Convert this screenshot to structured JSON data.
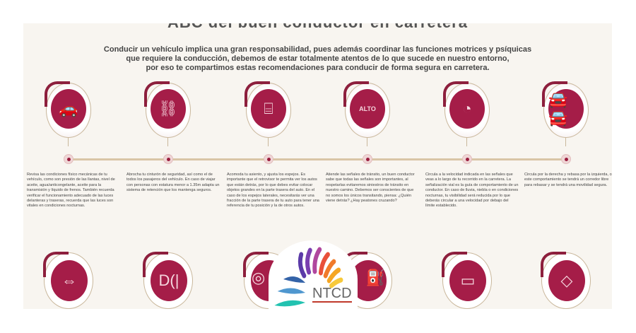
{
  "title": "ABC del buen conductor en carretera",
  "intro": [
    "Conducir un vehículo implica una gran responsabilidad, pues además coordinar las funciones motrices y psíquicas",
    "que requiere la conducción, debemos de estar totalmente atentos de lo que sucede en nuestro entorno,",
    "por eso te compartimos estas recomendaciones para conducir de forma segura  en carretera."
  ],
  "steps": [
    {
      "icon": "car-check-icon",
      "glyph": "🚗",
      "text": "Revisa las condiciones físico mecánicas de tu vehículo, como son presión de las llantas, nivel de aceite, agua/anticongelante, aceite para la transmisión y líquido de frenos. También recuerda verificar el funcionamiento adecuado de las luces delanteras y traseras, recuerda que las luces son vitales en condiciones nocturnas."
    },
    {
      "icon": "seatbelt-icon",
      "glyph": "⛓",
      "text": "Abrocha tu cinturón de seguridad, así como el de todos los pasajeros del vehículo. En caso de viajar con personas con estatura menor a 1.35m adapta un sistema de retención que los mantenga seguros."
    },
    {
      "icon": "mirror-icon",
      "glyph": "⌸",
      "text": "Acomoda tu asiento, y ajusta los espejos. Es importante que el retrovisor te permita ver los autos que están detrás, por lo que debes evitar colocar objetos grandes en la parte trasera del auto. En el caso de los espejos laterales, necesitarás ver una fracción de la parte trasera de tu auto para tener una referencia de tu posición y la de otros autos."
    },
    {
      "icon": "stop-sign-icon",
      "glyph": "ALTO",
      "text": "Atiende las señales de tránsito, un buen conductor sabe que todas las señales son importantes, al respetarlas evitaremos siniestros de tránsito en nuestro camino. Debemos ser conscientes de que no somos los únicos transitando, piensa: ¿Quién viene detrás? ¿Hay peatones cruzando?"
    },
    {
      "icon": "speedometer-icon",
      "glyph": "◔",
      "text": "Circula a la velocidad indicada en las señales que veas a lo largo de tu recorrido en la carretera. La señalización vial es la guía de comportamiento de un conductor. En caso de lluvia, niebla o en condiciones nocturnas, tu visibilidad será reducida por lo que deberás circular a una velocidad por debajo del límite establecido."
    },
    {
      "icon": "two-cars-icon",
      "glyph": "🚘🚘",
      "text": "Circula por la derecha y rebasa por la izquierda, con este comportamiento se tendrá un corredor libre para rebasar y se tendrá una movilidad segura."
    }
  ],
  "bottom_icons": [
    {
      "icon": "lane-change-arrows-icon",
      "glyph": "⇔"
    },
    {
      "icon": "headlights-icon",
      "glyph": "D(|"
    },
    {
      "icon": "steering-wheel-icon",
      "glyph": "◎"
    },
    {
      "icon": "gas-pump-icon",
      "glyph": "⛽"
    },
    {
      "icon": "side-mirror-icon",
      "glyph": "▭"
    },
    {
      "icon": "pedestrian-sign-icon",
      "glyph": "◇"
    }
  ],
  "logo": {
    "text": "NTCD"
  },
  "colors": {
    "accent": "#a51d48",
    "background": "#f8f5f0",
    "timeline": "#d9c5a6"
  }
}
